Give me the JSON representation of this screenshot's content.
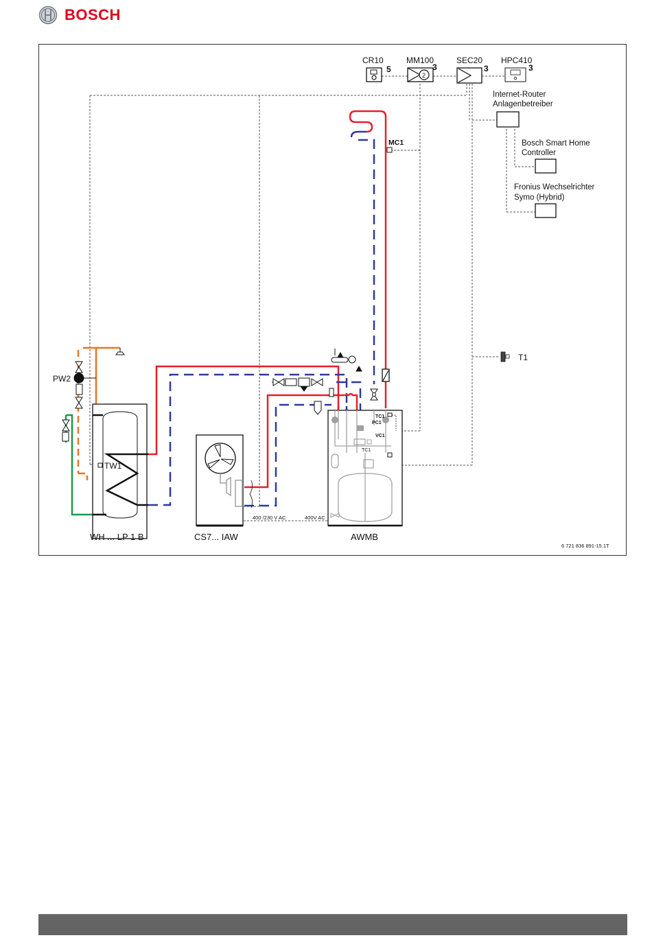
{
  "header": {
    "brand": "BOSCH",
    "brand_color": "#e2001a"
  },
  "diagram": {
    "controllers": [
      {
        "name": "CR10",
        "count": "5"
      },
      {
        "name": "MM100",
        "count": "3",
        "symbol": "2"
      },
      {
        "name": "SEC20",
        "count": "3"
      },
      {
        "name": "HPC410",
        "count": "3"
      }
    ],
    "network": {
      "router_line1": "Internet-Router",
      "router_line2": "Anlagenbetreiber",
      "smart_home_line1": "Bosch Smart Home",
      "smart_home_line2": "Controller",
      "inverter_line1": "Fronius Wechselrichter",
      "inverter_line2": "Symo (Hybrid)"
    },
    "sensors": {
      "mc1": "MC1",
      "t1": "T1",
      "tw1": "TW1",
      "pw2": "PW2",
      "tc1": "TC1",
      "pc1": "PC1",
      "vc1": "VC1",
      "tc1_inner": "TC1"
    },
    "units": {
      "storage": "WH ... LP 1 B",
      "outdoor": "CS7... IAW",
      "indoor": "AWMB"
    },
    "power": {
      "outdoor_supply": "400 /230 V AC",
      "indoor_supply": "400V AC"
    },
    "drawing_number": "6 721 836 891-15.1T",
    "colors": {
      "flow": "#e3202a",
      "return": "#2b3a9c",
      "hot_water": "#e87722",
      "cold_water": "#1a9a4a",
      "component_grey": "#a0a0a0"
    }
  },
  "footer": {}
}
